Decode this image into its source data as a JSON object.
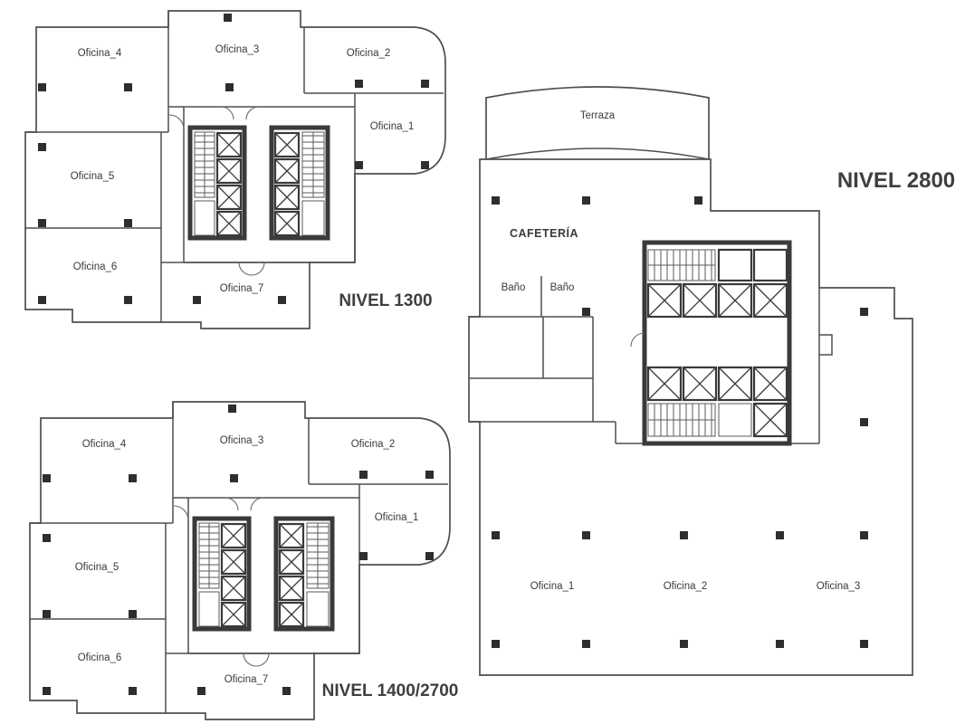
{
  "page": {
    "background_color": "#ffffff",
    "line_color": "#4f4f4f",
    "core_wall_color": "#3a3a3a",
    "column_color": "#2e2e2e",
    "text_color": "#3a3a3a"
  },
  "plans": {
    "nivel_1300": {
      "name_label": "NIVEL 1300",
      "rooms": {
        "oficina_1": "Oficina_1",
        "oficina_2": "Oficina_2",
        "oficina_3": "Oficina_3",
        "oficina_4": "Oficina_4",
        "oficina_5": "Oficina_5",
        "oficina_6": "Oficina_6",
        "oficina_7": "Oficina_7"
      }
    },
    "nivel_1400_2700": {
      "name_label": "NIVEL 1400/2700",
      "rooms": {
        "oficina_1": "Oficina_1",
        "oficina_2": "Oficina_2",
        "oficina_3": "Oficina_3",
        "oficina_4": "Oficina_4",
        "oficina_5": "Oficina_5",
        "oficina_6": "Oficina_6",
        "oficina_7": "Oficina_7"
      }
    },
    "nivel_2800": {
      "name_label": "NIVEL 2800",
      "rooms": {
        "terraza": "Terraza",
        "cafeteria": "CAFETERÍA",
        "bano_left": "Baño",
        "bano_right": "Baño",
        "oficina_1": "Oficina_1",
        "oficina_2": "Oficina_2",
        "oficina_3": "Oficina_3"
      }
    }
  }
}
